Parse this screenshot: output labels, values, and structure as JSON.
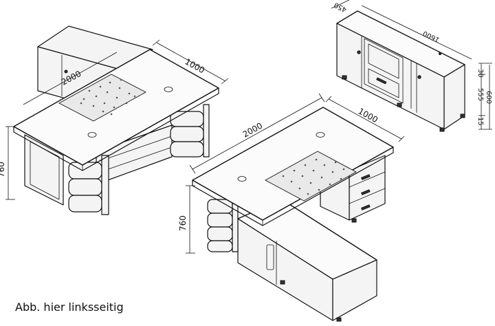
{
  "desk_left": {
    "width_label": "1000",
    "depth_label": "2000",
    "height_label": "760"
  },
  "desk_right": {
    "length_label": "2000",
    "width_label": "1000",
    "height_label": "760"
  },
  "sideboard": {
    "length_label": "1600",
    "depth_label": "450",
    "top_label": "30",
    "body_label": "555",
    "plinth_label": "15",
    "total_label": "600"
  },
  "caption": "Abb. hier linksseitig"
}
